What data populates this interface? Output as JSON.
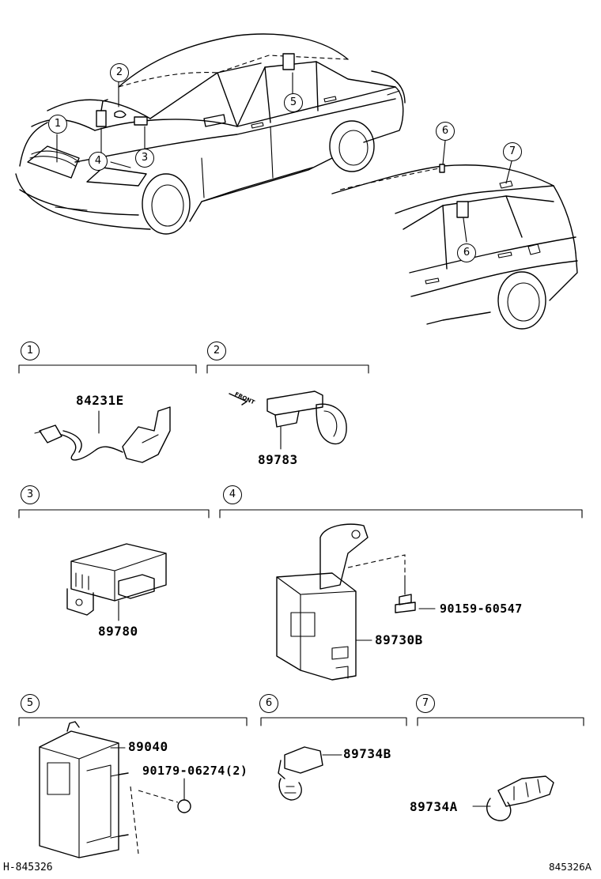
{
  "diagram": {
    "callouts": {
      "c1": "1",
      "c2": "2",
      "c3": "3",
      "c4": "4",
      "c5": "5",
      "c6": "6",
      "c7": "7"
    },
    "sections": [
      {
        "number": "1",
        "parts": [
          "84231E"
        ]
      },
      {
        "number": "2",
        "parts": [
          "89783"
        ]
      },
      {
        "number": "3",
        "parts": [
          "89780"
        ]
      },
      {
        "number": "4",
        "parts": [
          "89730B",
          "90159-60547"
        ]
      },
      {
        "number": "5",
        "parts": [
          "89040",
          "90179-06274(2)"
        ]
      },
      {
        "number": "6",
        "parts": [
          "89734B"
        ]
      },
      {
        "number": "7",
        "parts": [
          "89734A"
        ]
      }
    ],
    "front_label": "FRONT",
    "footer_left": "H-845326",
    "footer_right": "845326A"
  }
}
